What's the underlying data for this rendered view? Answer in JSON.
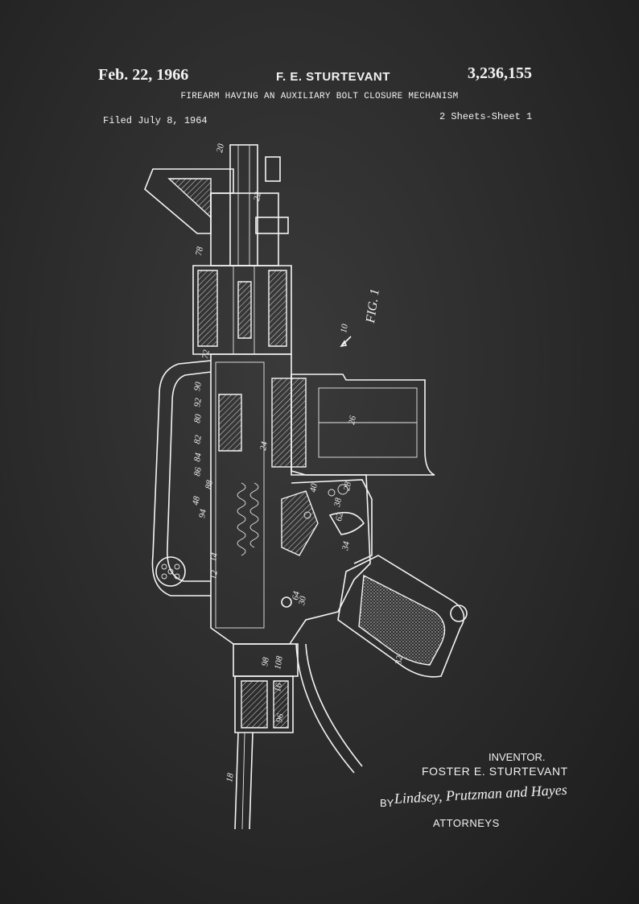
{
  "header": {
    "date": "Feb. 22, 1966",
    "inventor_header": "F. E. STURTEVANT",
    "patent_number": "3,236,155",
    "title": "FIREARM HAVING AN AUXILIARY BOLT CLOSURE MECHANISM",
    "filed": "Filed July 8, 1964",
    "sheets": "2 Sheets-Sheet 1"
  },
  "figure": {
    "label": "FIG. 1",
    "reference": "10",
    "part_numbers": [
      "20",
      "22",
      "78",
      "72",
      "90",
      "92",
      "80",
      "82",
      "84",
      "86",
      "88",
      "48",
      "94",
      "14",
      "12",
      "16",
      "96",
      "98",
      "108",
      "18",
      "26",
      "28",
      "40",
      "38",
      "62",
      "34",
      "30",
      "32",
      "64",
      "24"
    ]
  },
  "footer": {
    "inventor_label": "INVENTOR.",
    "inventor_name": "FOSTER  E. STURTEVANT",
    "by_label": "BY",
    "signature": "Lindsey, Prutzman and Hayes",
    "attorneys_label": "ATTORNEYS"
  },
  "colors": {
    "background": "#2a2a2a",
    "ink": "#f2f2f2"
  }
}
